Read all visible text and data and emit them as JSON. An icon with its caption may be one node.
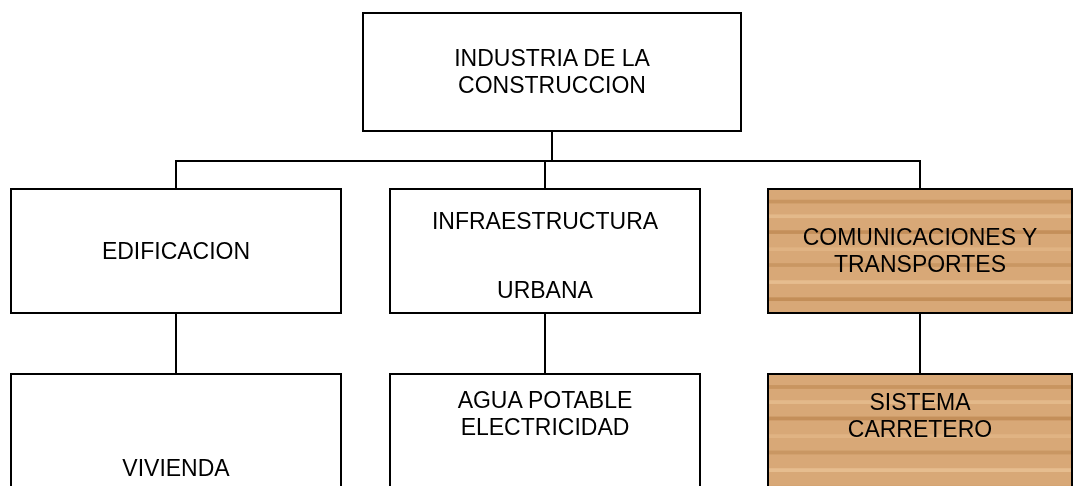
{
  "diagram": {
    "nodes": [
      {
        "text": [
          "INDUSTRIA DE LA CONSTRUCCION"
        ]
      },
      {
        "text": [
          "EDIFICACION"
        ]
      },
      {
        "text": [
          "INFRAESTRUCTURA",
          "URBANA"
        ]
      },
      {
        "text": [
          "COMUNICACIONES Y TRANSPORTES"
        ]
      },
      {
        "text": [
          "VIVIENDA"
        ]
      },
      {
        "text": [
          "AGUA POTABLE",
          "ELECTRICIDAD"
        ]
      },
      {
        "text": [
          "SISTEMA CARRETERO"
        ]
      }
    ],
    "edges": [
      {
        "from": 0,
        "to": 1,
        "arrow": "none"
      },
      {
        "from": 0,
        "to": 2,
        "arrow": "none"
      },
      {
        "from": 0,
        "to": 3,
        "arrow": "none"
      },
      {
        "from": 1,
        "to": 4,
        "arrow": "none"
      },
      {
        "from": 2,
        "to": 5,
        "arrow": "none"
      },
      {
        "from": 3,
        "to": 6,
        "arrow": "none"
      }
    ]
  }
}
